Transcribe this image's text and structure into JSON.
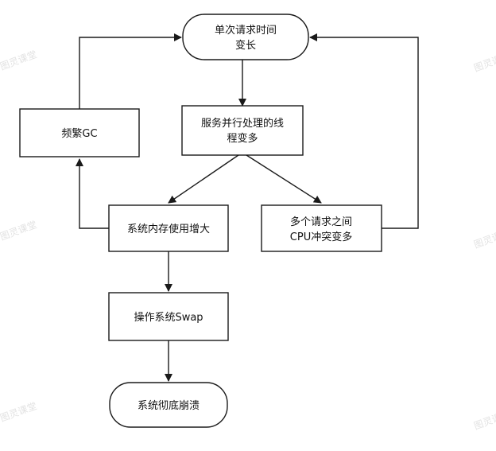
{
  "diagram": {
    "nodes": {
      "latency_up": {
        "line1": "单次请求时间",
        "line2": "变长"
      },
      "frequent_gc": {
        "label": "频繁GC"
      },
      "parallel_threads": {
        "line1": "服务并行处理的线",
        "line2": "程变多"
      },
      "memory_up": {
        "label": "系统内存使用增大"
      },
      "cpu_conflict": {
        "line1": "多个请求之间",
        "line2": "CPU冲突变多"
      },
      "swap": {
        "label": "操作系统Swap"
      },
      "crash": {
        "label": "系统彻底崩溃"
      }
    }
  },
  "watermarks": {
    "text": "图灵课堂"
  }
}
